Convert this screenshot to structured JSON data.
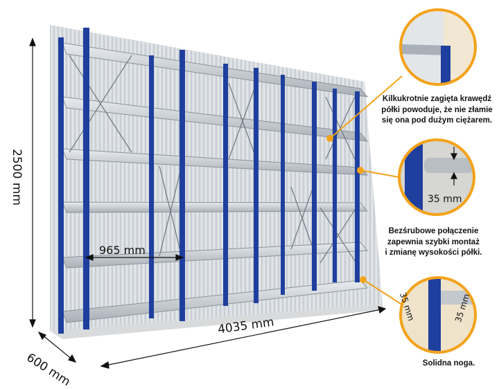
{
  "dimensions": {
    "height": "2500 mm",
    "depth": "600 mm",
    "width": "4035 mm",
    "bay_width": "965 mm"
  },
  "details": [
    {
      "caption_lines": [
        "Kilkukrotnie zagięta krawędź",
        "półki powoduje, że nie złamie",
        "się ona pod dużym ciężarem."
      ]
    },
    {
      "label": "35 mm",
      "caption_lines": [
        "Bezśrubowe połączenie",
        "zapewnia szybki montaż",
        "i zmianę wysokości półki."
      ]
    },
    {
      "labels": [
        "35 mm",
        "35 mm"
      ],
      "caption_lines": [
        "Solidna noga."
      ]
    }
  ],
  "colors": {
    "upright": "#1f3f9e",
    "shelf": "#c9ced4",
    "wall": "#dfe3e7",
    "callout_ring": "#f3a21a"
  }
}
